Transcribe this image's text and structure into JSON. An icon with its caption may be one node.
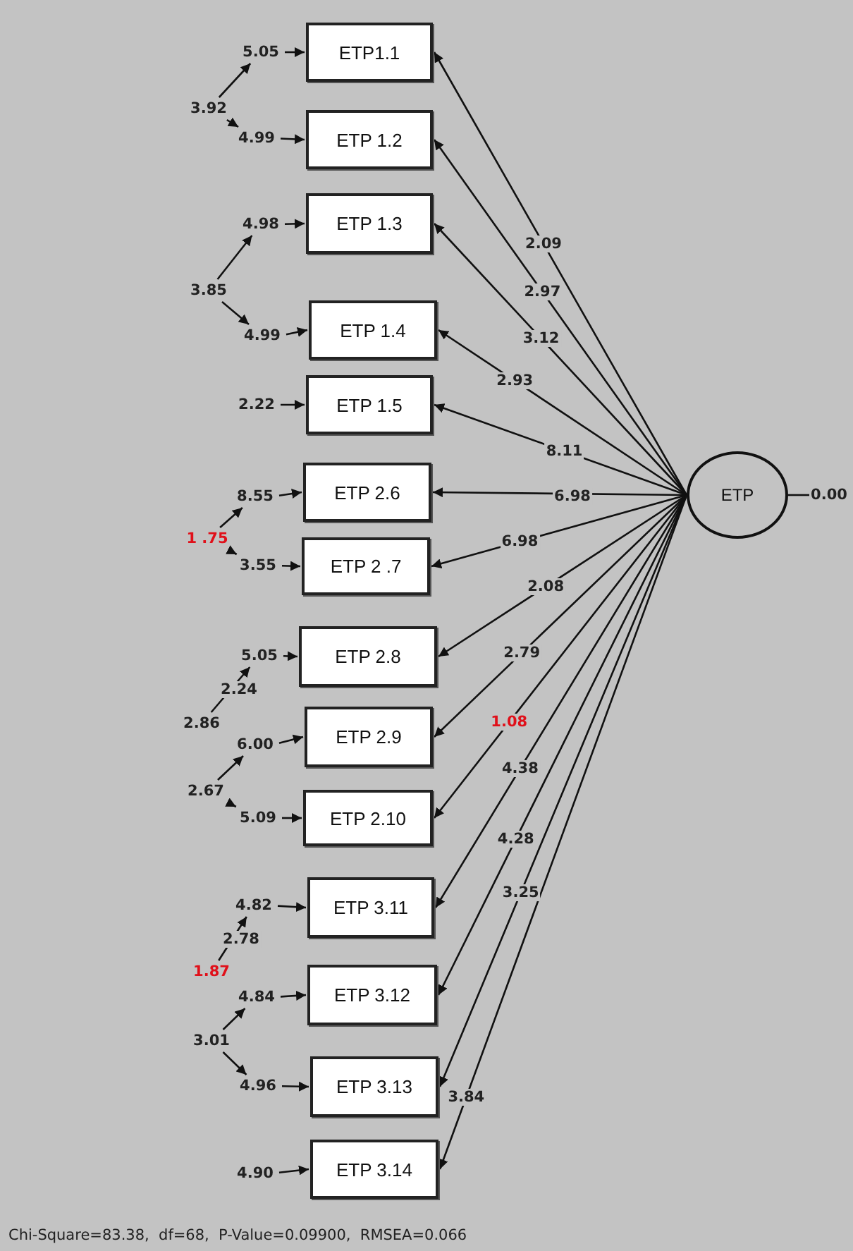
{
  "diagram": {
    "caption": "Chi-Square=83.38,  df=68,  P-Value=0.09900,  RMSEA=0.066",
    "nodes": [
      {
        "text": [
          "ETP1.1"
        ]
      },
      {
        "text": [
          "ETP 1.2"
        ]
      },
      {
        "text": [
          "ETP 1.3"
        ]
      },
      {
        "text": [
          "ETP 1.4"
        ]
      },
      {
        "text": [
          "ETP 1.5"
        ]
      },
      {
        "text": [
          "ETP 2.6"
        ]
      },
      {
        "text": [
          "ETP 2 .7"
        ]
      },
      {
        "text": [
          "ETP 2.8"
        ]
      },
      {
        "text": [
          "ETP 2.9"
        ]
      },
      {
        "text": [
          "ETP 2.10"
        ]
      },
      {
        "text": [
          "ETP 3.11"
        ]
      },
      {
        "text": [
          "ETP 3.12"
        ]
      },
      {
        "text": [
          "ETP 3.13"
        ]
      },
      {
        "text": [
          "ETP 3.14"
        ]
      },
      {
        "text": [
          "ETP"
        ]
      },
      {
        "text": [
          "0.00"
        ]
      },
      {
        "text": [
          "5.05"
        ]
      },
      {
        "text": [
          "4.99"
        ]
      },
      {
        "text": [
          "4.98"
        ]
      },
      {
        "text": [
          "4.99"
        ]
      },
      {
        "text": [
          "2.22"
        ]
      },
      {
        "text": [
          "8.55"
        ]
      },
      {
        "text": [
          "3.55"
        ]
      },
      {
        "text": [
          "5.05"
        ]
      },
      {
        "text": [
          "6.00"
        ]
      },
      {
        "text": [
          "5.09"
        ]
      },
      {
        "text": [
          "4.82"
        ]
      },
      {
        "text": [
          "4.84"
        ]
      },
      {
        "text": [
          "4.96"
        ]
      },
      {
        "text": [
          "4.90"
        ]
      },
      {
        "text": [
          "3.92"
        ]
      },
      {
        "text": [
          "3.85"
        ]
      },
      {
        "text": [
          "1 .75"
        ]
      },
      {
        "text": [
          "2.86"
        ]
      },
      {
        "text": [
          "2.67"
        ]
      },
      {
        "text": [
          "1.87"
        ]
      },
      {
        "text": [
          "3.01"
        ]
      }
    ],
    "edges": [
      {
        "from": 14,
        "to": 0,
        "arrow": "to",
        "label": "2.09"
      },
      {
        "from": 14,
        "to": 1,
        "arrow": "to",
        "label": "2.97"
      },
      {
        "from": 14,
        "to": 2,
        "arrow": "to",
        "label": "3.12"
      },
      {
        "from": 14,
        "to": 3,
        "arrow": "to",
        "label": "2.93"
      },
      {
        "from": 14,
        "to": 4,
        "arrow": "to",
        "label": "8.11"
      },
      {
        "from": 14,
        "to": 5,
        "arrow": "to",
        "label": "6.98"
      },
      {
        "from": 14,
        "to": 6,
        "arrow": "to",
        "label": "6.98"
      },
      {
        "from": 14,
        "to": 7,
        "arrow": "to",
        "label": "2.08"
      },
      {
        "from": 14,
        "to": 8,
        "arrow": "to",
        "label": "2.79"
      },
      {
        "from": 14,
        "to": 9,
        "arrow": "to",
        "label": "1.08"
      },
      {
        "from": 14,
        "to": 10,
        "arrow": "to",
        "label": "4.38"
      },
      {
        "from": 14,
        "to": 11,
        "arrow": "to",
        "label": "4.28"
      },
      {
        "from": 14,
        "to": 12,
        "arrow": "to",
        "label": "3.25"
      },
      {
        "from": 14,
        "to": 13,
        "arrow": "to",
        "label": "3.84"
      },
      {
        "from": 14,
        "to": 15,
        "arrow": "none"
      },
      {
        "from": 16,
        "to": 0,
        "arrow": "to"
      },
      {
        "from": 17,
        "to": 1,
        "arrow": "to"
      },
      {
        "from": 18,
        "to": 2,
        "arrow": "to"
      },
      {
        "from": 19,
        "to": 3,
        "arrow": "to"
      },
      {
        "from": 20,
        "to": 4,
        "arrow": "to"
      },
      {
        "from": 21,
        "to": 5,
        "arrow": "to"
      },
      {
        "from": 22,
        "to": 6,
        "arrow": "to"
      },
      {
        "from": 23,
        "to": 7,
        "arrow": "to"
      },
      {
        "from": 24,
        "to": 8,
        "arrow": "to"
      },
      {
        "from": 25,
        "to": 9,
        "arrow": "to"
      },
      {
        "from": 26,
        "to": 10,
        "arrow": "to"
      },
      {
        "from": 27,
        "to": 11,
        "arrow": "to"
      },
      {
        "from": 28,
        "to": 12,
        "arrow": "to"
      },
      {
        "from": 29,
        "to": 13,
        "arrow": "to"
      },
      {
        "from": 30,
        "to": 16,
        "arrow": "to"
      },
      {
        "from": 30,
        "to": 17,
        "arrow": "to"
      },
      {
        "from": 31,
        "to": 18,
        "arrow": "to"
      },
      {
        "from": 31,
        "to": 19,
        "arrow": "to"
      },
      {
        "from": 32,
        "to": 21,
        "arrow": "to"
      },
      {
        "from": 32,
        "to": 22,
        "arrow": "to"
      },
      {
        "from": 33,
        "to": 23,
        "arrow": "to",
        "label": "2.24"
      },
      {
        "from": 34,
        "to": 24,
        "arrow": "to"
      },
      {
        "from": 34,
        "to": 25,
        "arrow": "to"
      },
      {
        "from": 35,
        "to": 26,
        "arrow": "to",
        "label": "2.78"
      },
      {
        "from": 36,
        "to": 27,
        "arrow": "to"
      },
      {
        "from": 36,
        "to": 28,
        "arrow": "to"
      }
    ]
  }
}
